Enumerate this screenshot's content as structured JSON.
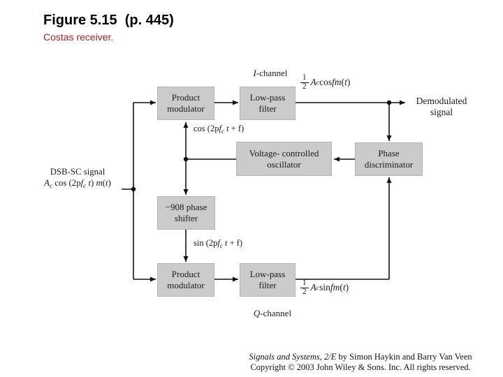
{
  "slide": {
    "title": "Figure 5.15  (p. 445)",
    "subtitle": "Costas receiver.",
    "subtitle_color": "#9e2424"
  },
  "diagram": {
    "block_fill": "#cbcbcb",
    "line_color": "#111111",
    "blocks": {
      "product_modulator_top": "Product\nmodulator",
      "lowpass_filter_top": "Low-pass\nfilter",
      "vco": "Voltage- controlled\noscillator",
      "phase_discriminator": "Phase\ndiscriminator",
      "phase_shifter": "−908 phase\nshifter",
      "product_modulator_bottom": "Product\nmodulator",
      "lowpass_filter_bottom": "Low-pass\nfilter"
    },
    "labels": {
      "demodulated": "Demodulated\nsignal",
      "dsb_line1": "DSB-SC signal"
    },
    "formulas": {
      "i_channel": [
        {
          "i": "I"
        },
        {
          "r": "-channel"
        }
      ],
      "q_channel": [
        {
          "i": "Q"
        },
        {
          "r": "-channel"
        }
      ],
      "i_out": [
        {
          "frac": [
            "1",
            "2"
          ]
        },
        {
          "r": " "
        },
        {
          "i": "A"
        },
        {
          "sub": "c"
        },
        {
          "r": " cos "
        },
        {
          "i": "f"
        },
        {
          "r": " "
        },
        {
          "i": "m"
        },
        {
          "r": "("
        },
        {
          "i": "t"
        },
        {
          "r": ")"
        }
      ],
      "q_out": [
        {
          "frac": [
            "1",
            "2"
          ]
        },
        {
          "r": " "
        },
        {
          "i": "A"
        },
        {
          "sub": "c"
        },
        {
          "r": " sin "
        },
        {
          "i": "f"
        },
        {
          "r": " "
        },
        {
          "i": "m"
        },
        {
          "r": "("
        },
        {
          "i": "t"
        },
        {
          "r": ")"
        }
      ],
      "cos_branch": [
        {
          "r": "cos (2p"
        },
        {
          "i": "f"
        },
        {
          "sub": "c"
        },
        {
          "i": " t"
        },
        {
          "r": " + f)"
        }
      ],
      "sin_branch": [
        {
          "r": "sin (2p"
        },
        {
          "i": "f"
        },
        {
          "sub": "c"
        },
        {
          "i": " t"
        },
        {
          "r": " + f)"
        }
      ],
      "dsb_line2": [
        {
          "i": "A"
        },
        {
          "sub": "c"
        },
        {
          "r": " cos (2p"
        },
        {
          "i": "f"
        },
        {
          "sub": "c"
        },
        {
          "i": " t"
        },
        {
          "r": ") "
        },
        {
          "i": "m"
        },
        {
          "r": "("
        },
        {
          "i": "t"
        },
        {
          "r": ")"
        }
      ]
    }
  },
  "footer": {
    "line1": [
      {
        "i": "Signals and Systems, 2/E"
      },
      {
        "r": " by Simon Haykin and Barry Van Veen"
      }
    ],
    "line2": "Copyright © 2003 John Wiley & Sons. Inc. All rights reserved."
  }
}
